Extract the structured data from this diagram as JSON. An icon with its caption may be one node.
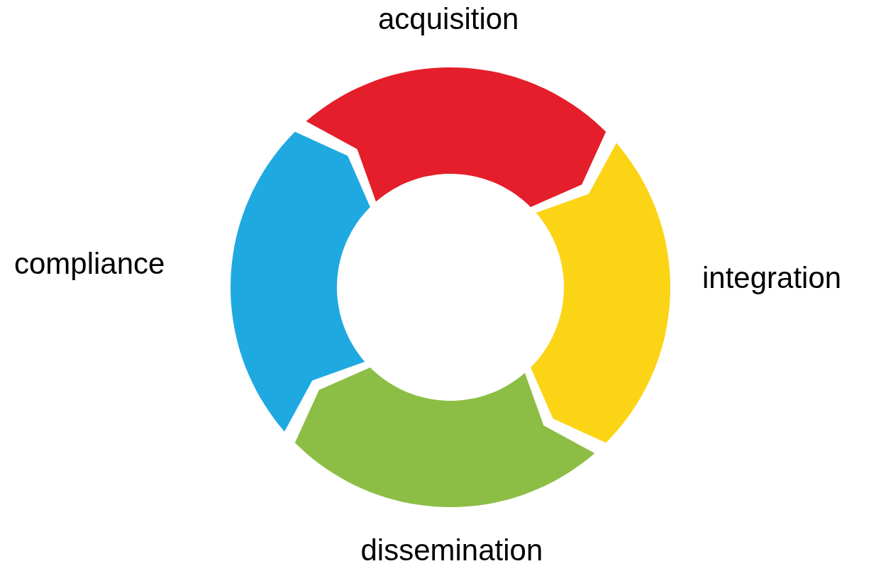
{
  "diagram": {
    "nodes": [
      {
        "text": [
          "acquisition"
        ]
      },
      {
        "text": [
          "integration"
        ]
      },
      {
        "text": [
          "dissemination"
        ]
      },
      {
        "text": [
          "compliance"
        ]
      }
    ]
  }
}
